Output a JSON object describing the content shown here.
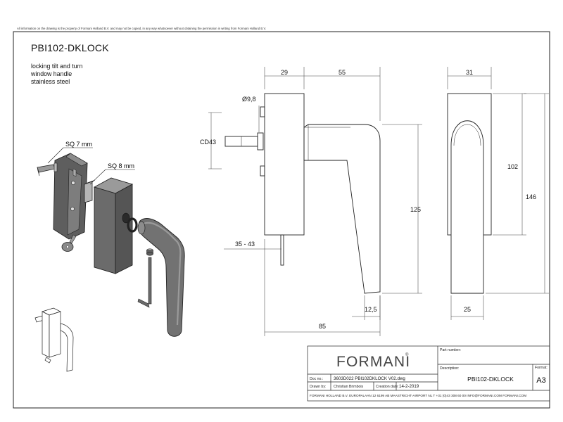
{
  "notice": "All information on the drawing is the property of Formani Holland B.V. and may not be copied, in any way whatsoever without obtaining the permission in writing from Formani Holland B.V.",
  "product_code": "PBI102-DKLOCK",
  "description_lines": [
    "locking tilt and turn",
    "window handle",
    "stainless steel"
  ],
  "exploded_labels": {
    "spindle_left": "SQ 7 mm",
    "spindle_right": "SQ 8 mm"
  },
  "dimensions": {
    "top_left": "29",
    "top_middle": "55",
    "top_right": "31",
    "diameter": "Ø9,8",
    "centre_distance": "CD43",
    "spindle_range": "35 - 43",
    "height_lever": "125",
    "height_rose": "102",
    "height_total": "146",
    "lever_width": "12,5",
    "rose_width": "25",
    "total_depth": "85"
  },
  "title_block": {
    "brand": "FORMANI",
    "brand_mark": "®",
    "part_number_label": "Part number:",
    "part_number_value": "",
    "description_label": "Description:",
    "description_value": "PBI102-DKLOCK",
    "format_label": "Format:",
    "format_value": "A3",
    "doc_no_label": "Doc no.:",
    "doc_no_value": "3603D022 PBI102DKLOCK V02.dwg",
    "drawn_by_label": "Drawn by:",
    "drawn_by_value": "Christian Brimbois",
    "creation_date_label": "Creation date:",
    "creation_date_value": "14-2-2019",
    "footer": "FORMANI HOLLAND B.V.  EUROPALAAN 12  6199 AB MAASTRICHT-AIRPORT NL  T +31 (0)43 308 60 00 INFO@FORMANI.COM FORMANI.COM"
  }
}
